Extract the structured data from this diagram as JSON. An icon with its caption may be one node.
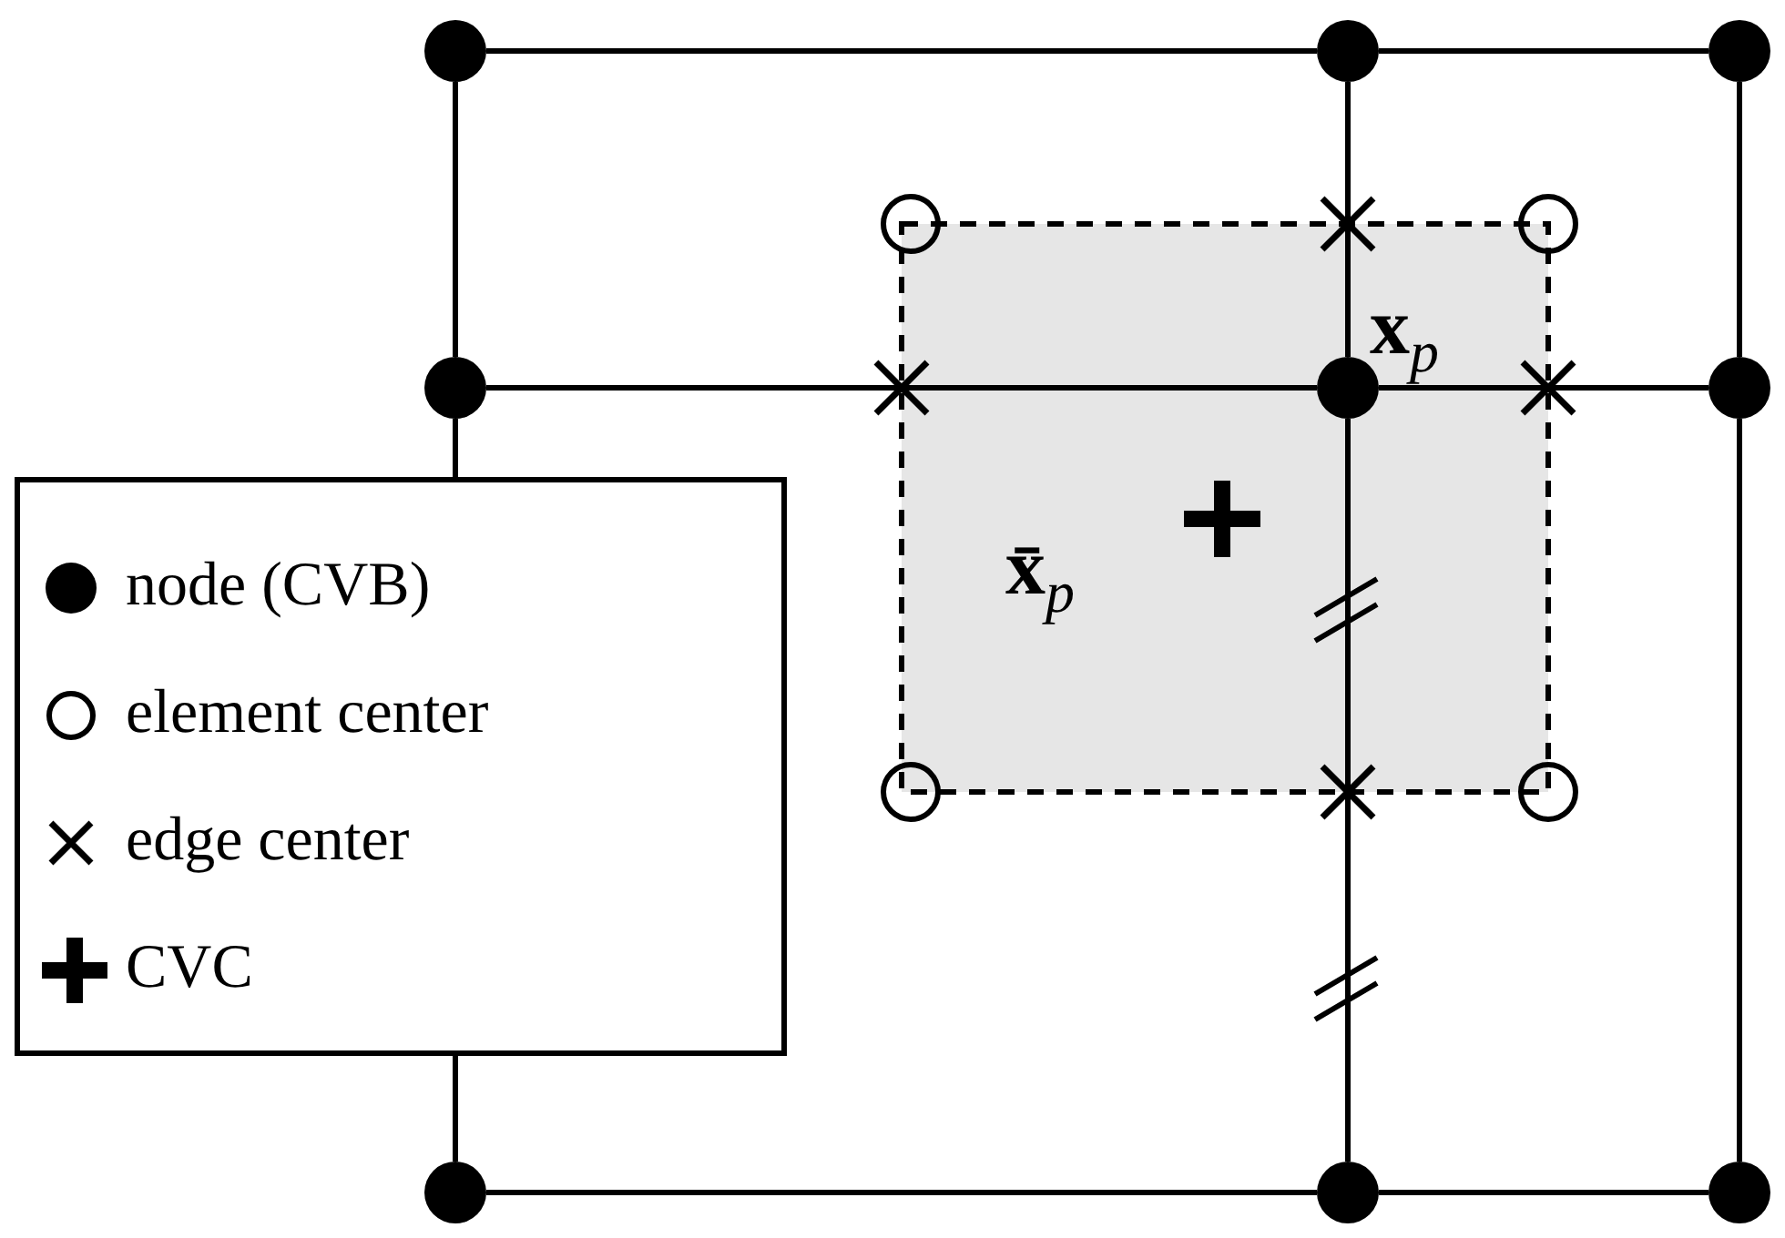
{
  "diagram": {
    "nodes": [
      {
        "text": [],
        "shape": "circle"
      },
      {
        "text": [],
        "shape": "circle"
      },
      {
        "text": [],
        "shape": "circle"
      },
      {
        "text": [],
        "shape": "circle"
      },
      {
        "text": [],
        "shape": "circle"
      },
      {
        "text": [],
        "shape": "circle"
      },
      {
        "text": [],
        "shape": "circle"
      },
      {
        "text": [],
        "shape": "circle"
      },
      {
        "text": [],
        "shape": "circle"
      }
    ],
    "edges": [
      {
        "from": 0,
        "to": 1,
        "arrow": "none"
      },
      {
        "from": 1,
        "to": 2,
        "arrow": "none"
      },
      {
        "from": 3,
        "to": 4,
        "arrow": "none"
      },
      {
        "from": 4,
        "to": 5,
        "arrow": "none"
      },
      {
        "from": 6,
        "to": 7,
        "arrow": "none"
      },
      {
        "from": 7,
        "to": 8,
        "arrow": "none"
      },
      {
        "from": 0,
        "to": 3,
        "arrow": "none"
      },
      {
        "from": 3,
        "to": 6,
        "arrow": "none"
      },
      {
        "from": 1,
        "to": 4,
        "arrow": "none"
      },
      {
        "from": 4,
        "to": 7,
        "arrow": "none"
      },
      {
        "from": 2,
        "to": 5,
        "arrow": "none"
      },
      {
        "from": 5,
        "to": 8,
        "arrow": "none"
      }
    ],
    "labels": [
      "**x**$_{p}$",
      "**x̄**$_{p}$"
    ],
    "legend": [
      {
        "text": "node (CVB)"
      },
      {
        "text": "element center"
      },
      {
        "text": "edge center"
      },
      {
        "text": "CVC"
      }
    ]
  }
}
